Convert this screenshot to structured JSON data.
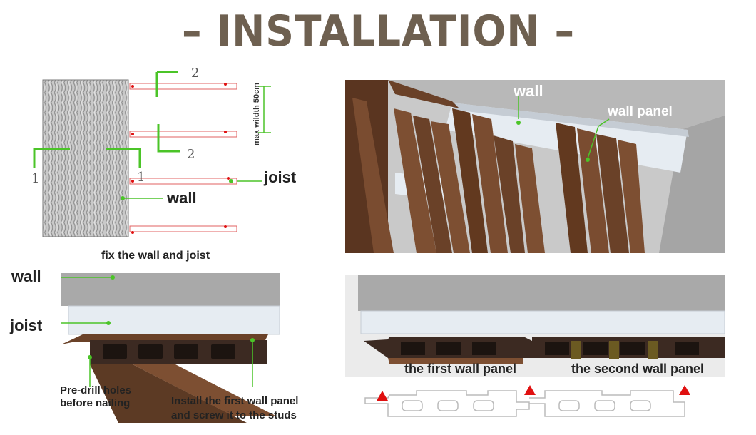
{
  "title": "– INSTALLATION –",
  "panel1": {
    "caption": "fix the wall and joist",
    "num_1a": "1",
    "num_1b": "1",
    "num_2a": "2",
    "num_2b": "2",
    "dimension": "max wildth 50cm",
    "joist_label": "joist",
    "wall_label": "wall"
  },
  "panel2": {
    "wall_label": "wall",
    "panel_label": "wall panel"
  },
  "panel3": {
    "wall_label": "wall",
    "joist_label": "joist",
    "predrill_line1": "Pre-drill holes",
    "predrill_line2": "before nailing",
    "install_line1": "Install the first wall panel",
    "install_line2": "and screw it to the studs"
  },
  "panel4": {
    "first_label": "the first wall panel",
    "second_label": "the second wall panel"
  },
  "colors": {
    "title": "#6e6050",
    "callout_green": "#4bc428",
    "wood": "#6a4128",
    "wall_grey": "#a9a9a9",
    "joist_light": "#e6ecf2",
    "marker_red": "#e01010"
  }
}
